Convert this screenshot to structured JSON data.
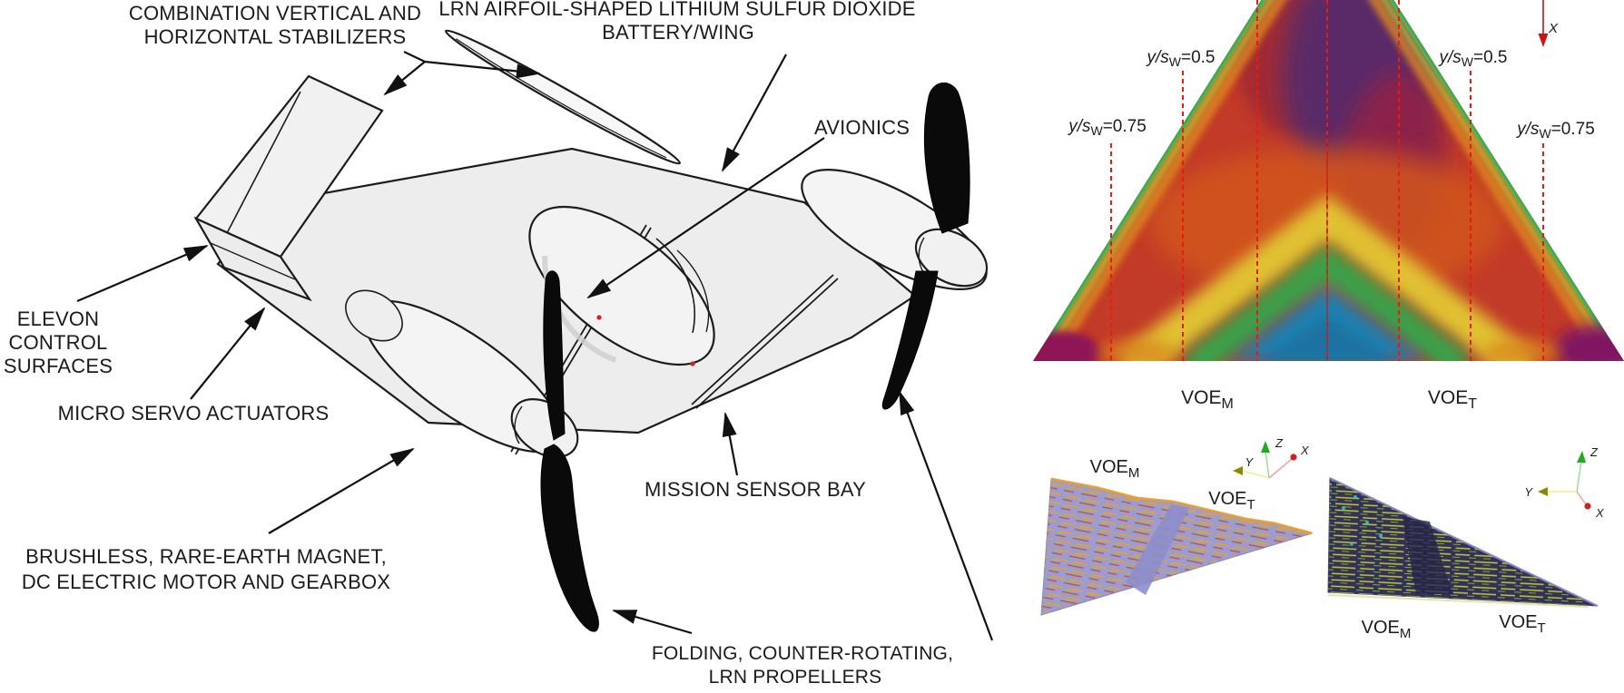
{
  "aircraft": {
    "labels": {
      "stabilizers": [
        "COMBINATION VERTICAL AND",
        "HORIZONTAL STABILIZERS"
      ],
      "battery_wing": [
        "LRN AIRFOIL-SHAPED LITHIUM SULFUR DIOXIDE",
        "BATTERY/WING"
      ],
      "avionics": "AVIONICS",
      "elevon": [
        "ELEVON",
        "CONTROL",
        "SURFACES"
      ],
      "servo_actuators": "MICRO SERVO ACTUATORS",
      "motor": [
        "BRUSHLESS, RARE-EARTH MAGNET,",
        "DC ELECTRIC MOTOR AND GEARBOX"
      ],
      "sensor_bay": "MISSION SENSOR BAY",
      "propellers": [
        "FOLDING, COUNTER-ROTATING,",
        "LRN PROPELLERS"
      ]
    }
  },
  "cfd": {
    "contour": {
      "stations": [
        {
          "prefix": "y/s",
          "sub": "W",
          "eq": "=0.5"
        },
        {
          "prefix": "y/s",
          "sub": "W",
          "eq": "=0.5"
        },
        {
          "prefix": "y/s",
          "sub": "W",
          "eq": "=0.75"
        },
        {
          "prefix": "y/s",
          "sub": "W",
          "eq": "=0.75"
        }
      ],
      "x_axis_label": "X",
      "codes": {
        "left": {
          "name": "VOE",
          "sub": "M"
        },
        "right": {
          "name": "VOE",
          "sub": "T"
        }
      }
    },
    "viz_side": {
      "label_m": {
        "name": "VOE",
        "sub": "M"
      },
      "label_t": {
        "name": "VOE",
        "sub": "T"
      },
      "axes": {
        "x": "X",
        "y": "Y",
        "z": "Z"
      }
    },
    "viz_rear": {
      "label_m": {
        "name": "VOE",
        "sub": "M"
      },
      "label_t": {
        "name": "VOE",
        "sub": "T"
      },
      "axes": {
        "x": "X",
        "y": "Y",
        "z": "Z"
      }
    },
    "colors": {
      "dash_line": "#e61c10",
      "axis_x": "#cc2222",
      "axis_y": "#8a8a00",
      "axis_z": "#22aa22",
      "surface_side": "#9b9cd6",
      "surface_rear": "#31315a"
    }
  }
}
